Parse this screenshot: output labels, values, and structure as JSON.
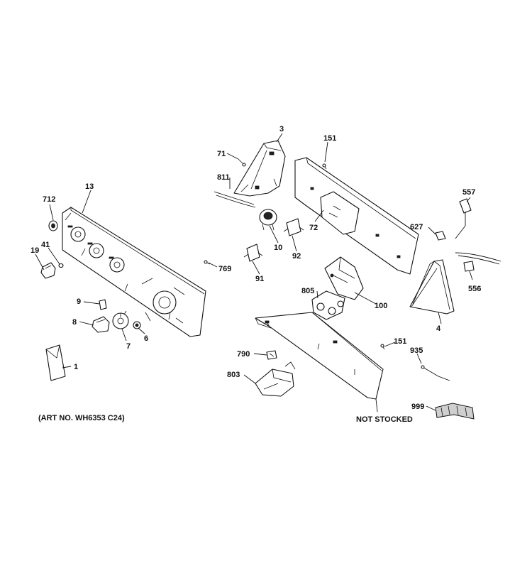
{
  "colors": {
    "line": "#111111",
    "background": "#ffffff"
  },
  "callouts": {
    "c1": "1",
    "c3": "3",
    "c4": "4",
    "c6": "6",
    "c7": "7",
    "c8": "8",
    "c9": "9",
    "c10": "10",
    "c13": "13",
    "c19": "19",
    "c41": "41",
    "c71": "71",
    "c72": "72",
    "c91": "91",
    "c92": "92",
    "c100": "100",
    "c151a": "151",
    "c151b": "151",
    "c556": "556",
    "c557": "557",
    "c627": "627",
    "c712": "712",
    "c769": "769",
    "c790": "790",
    "c803": "803",
    "c805": "805",
    "c811": "811",
    "c935": "935",
    "c999": "999"
  },
  "notes": {
    "not_stocked": "NOT STOCKED",
    "art_no": "(ART NO. WH6353 C24)"
  }
}
